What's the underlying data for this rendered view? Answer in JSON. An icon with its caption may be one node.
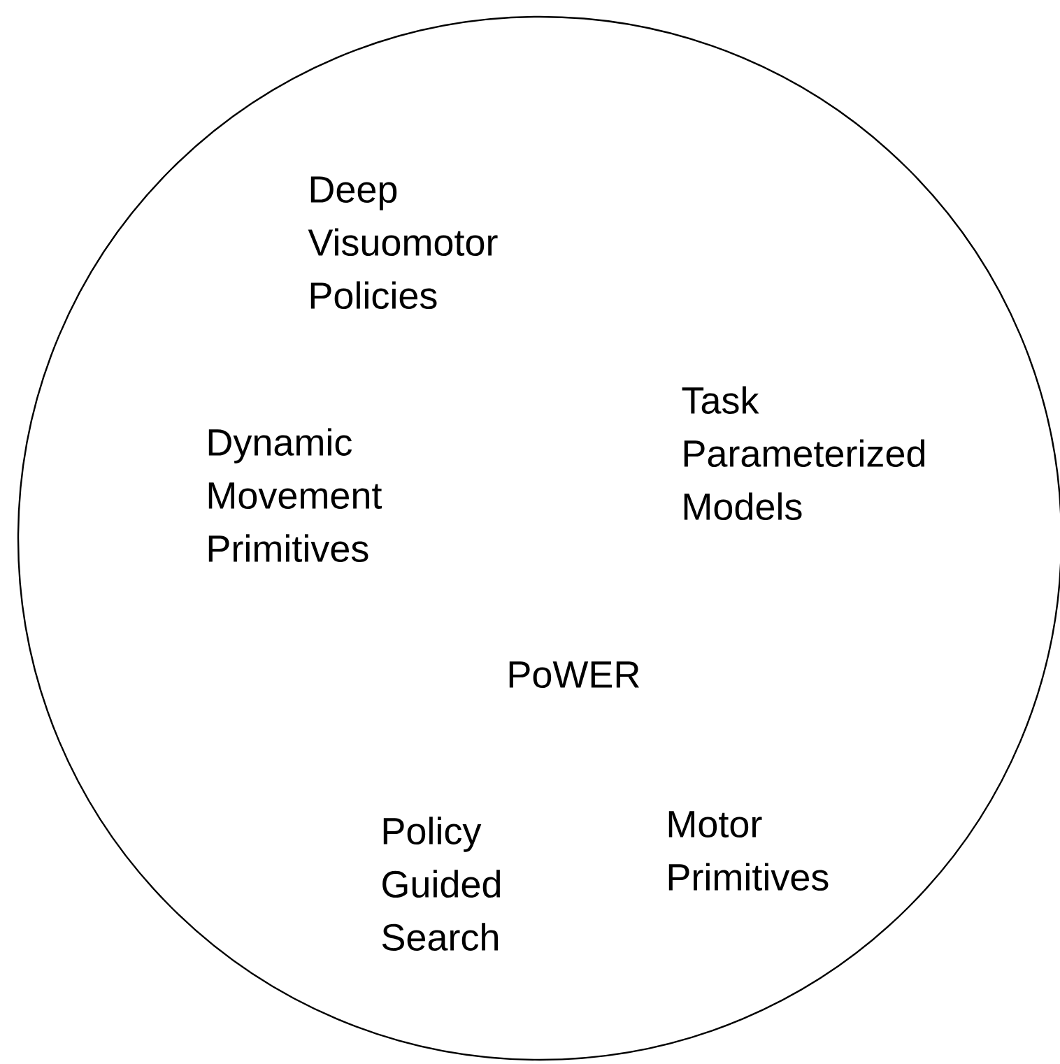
{
  "diagram": {
    "nodes": [
      {
        "text": [
          "Deep Visuomotor Policies",
          "Dynamic Movement Primitives",
          "Task Parameterized Models",
          "PoWER",
          "Policy Guided Search",
          "Motor Primitives"
        ]
      }
    ]
  }
}
